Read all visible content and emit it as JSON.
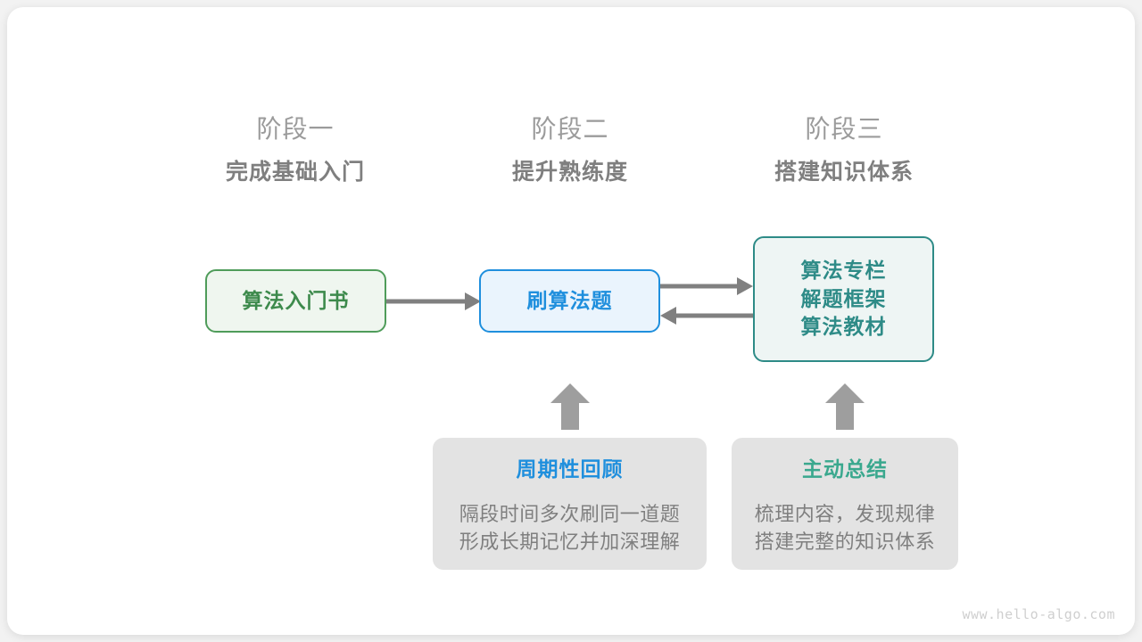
{
  "diagram": {
    "title_watermark": "www.hello-algo.com",
    "accent_colors": {
      "green": "#3d8a4c",
      "blue": "#1f8fdd",
      "teal": "#2e8b87",
      "teal_light": "#3aa88e",
      "gray_text": "#7f7f7f",
      "gray_light": "#9b9b9b",
      "arrow": "#808080",
      "card_gray": "#e3e3e3"
    },
    "stages": [
      {
        "label": "阶段一",
        "subtitle": "完成基础入门"
      },
      {
        "label": "阶段二",
        "subtitle": "提升熟练度"
      },
      {
        "label": "阶段三",
        "subtitle": "搭建知识体系"
      }
    ],
    "nodes": [
      {
        "id": "book",
        "lines": [
          "算法入门书"
        ]
      },
      {
        "id": "practice",
        "lines": [
          "刷算法题"
        ]
      },
      {
        "id": "knowledge",
        "lines": [
          "算法专栏",
          "解题框架",
          "算法教材"
        ]
      }
    ],
    "cards": [
      {
        "id": "review",
        "title": "周期性回顾",
        "body_lines": [
          "隔段时间多次刷同一道题",
          "形成长期记忆并加深理解"
        ]
      },
      {
        "id": "summary",
        "title": "主动总结",
        "body_lines": [
          "梳理内容，发现规律",
          "搭建完整的知识体系"
        ]
      }
    ],
    "arrows": [
      {
        "id": "book-to-practice",
        "direction": "right"
      },
      {
        "id": "practice-to-knowledge",
        "direction": "right"
      },
      {
        "id": "knowledge-to-practice",
        "direction": "left"
      },
      {
        "id": "review-to-practice",
        "direction": "up"
      },
      {
        "id": "summary-to-knowledge",
        "direction": "up"
      }
    ]
  }
}
